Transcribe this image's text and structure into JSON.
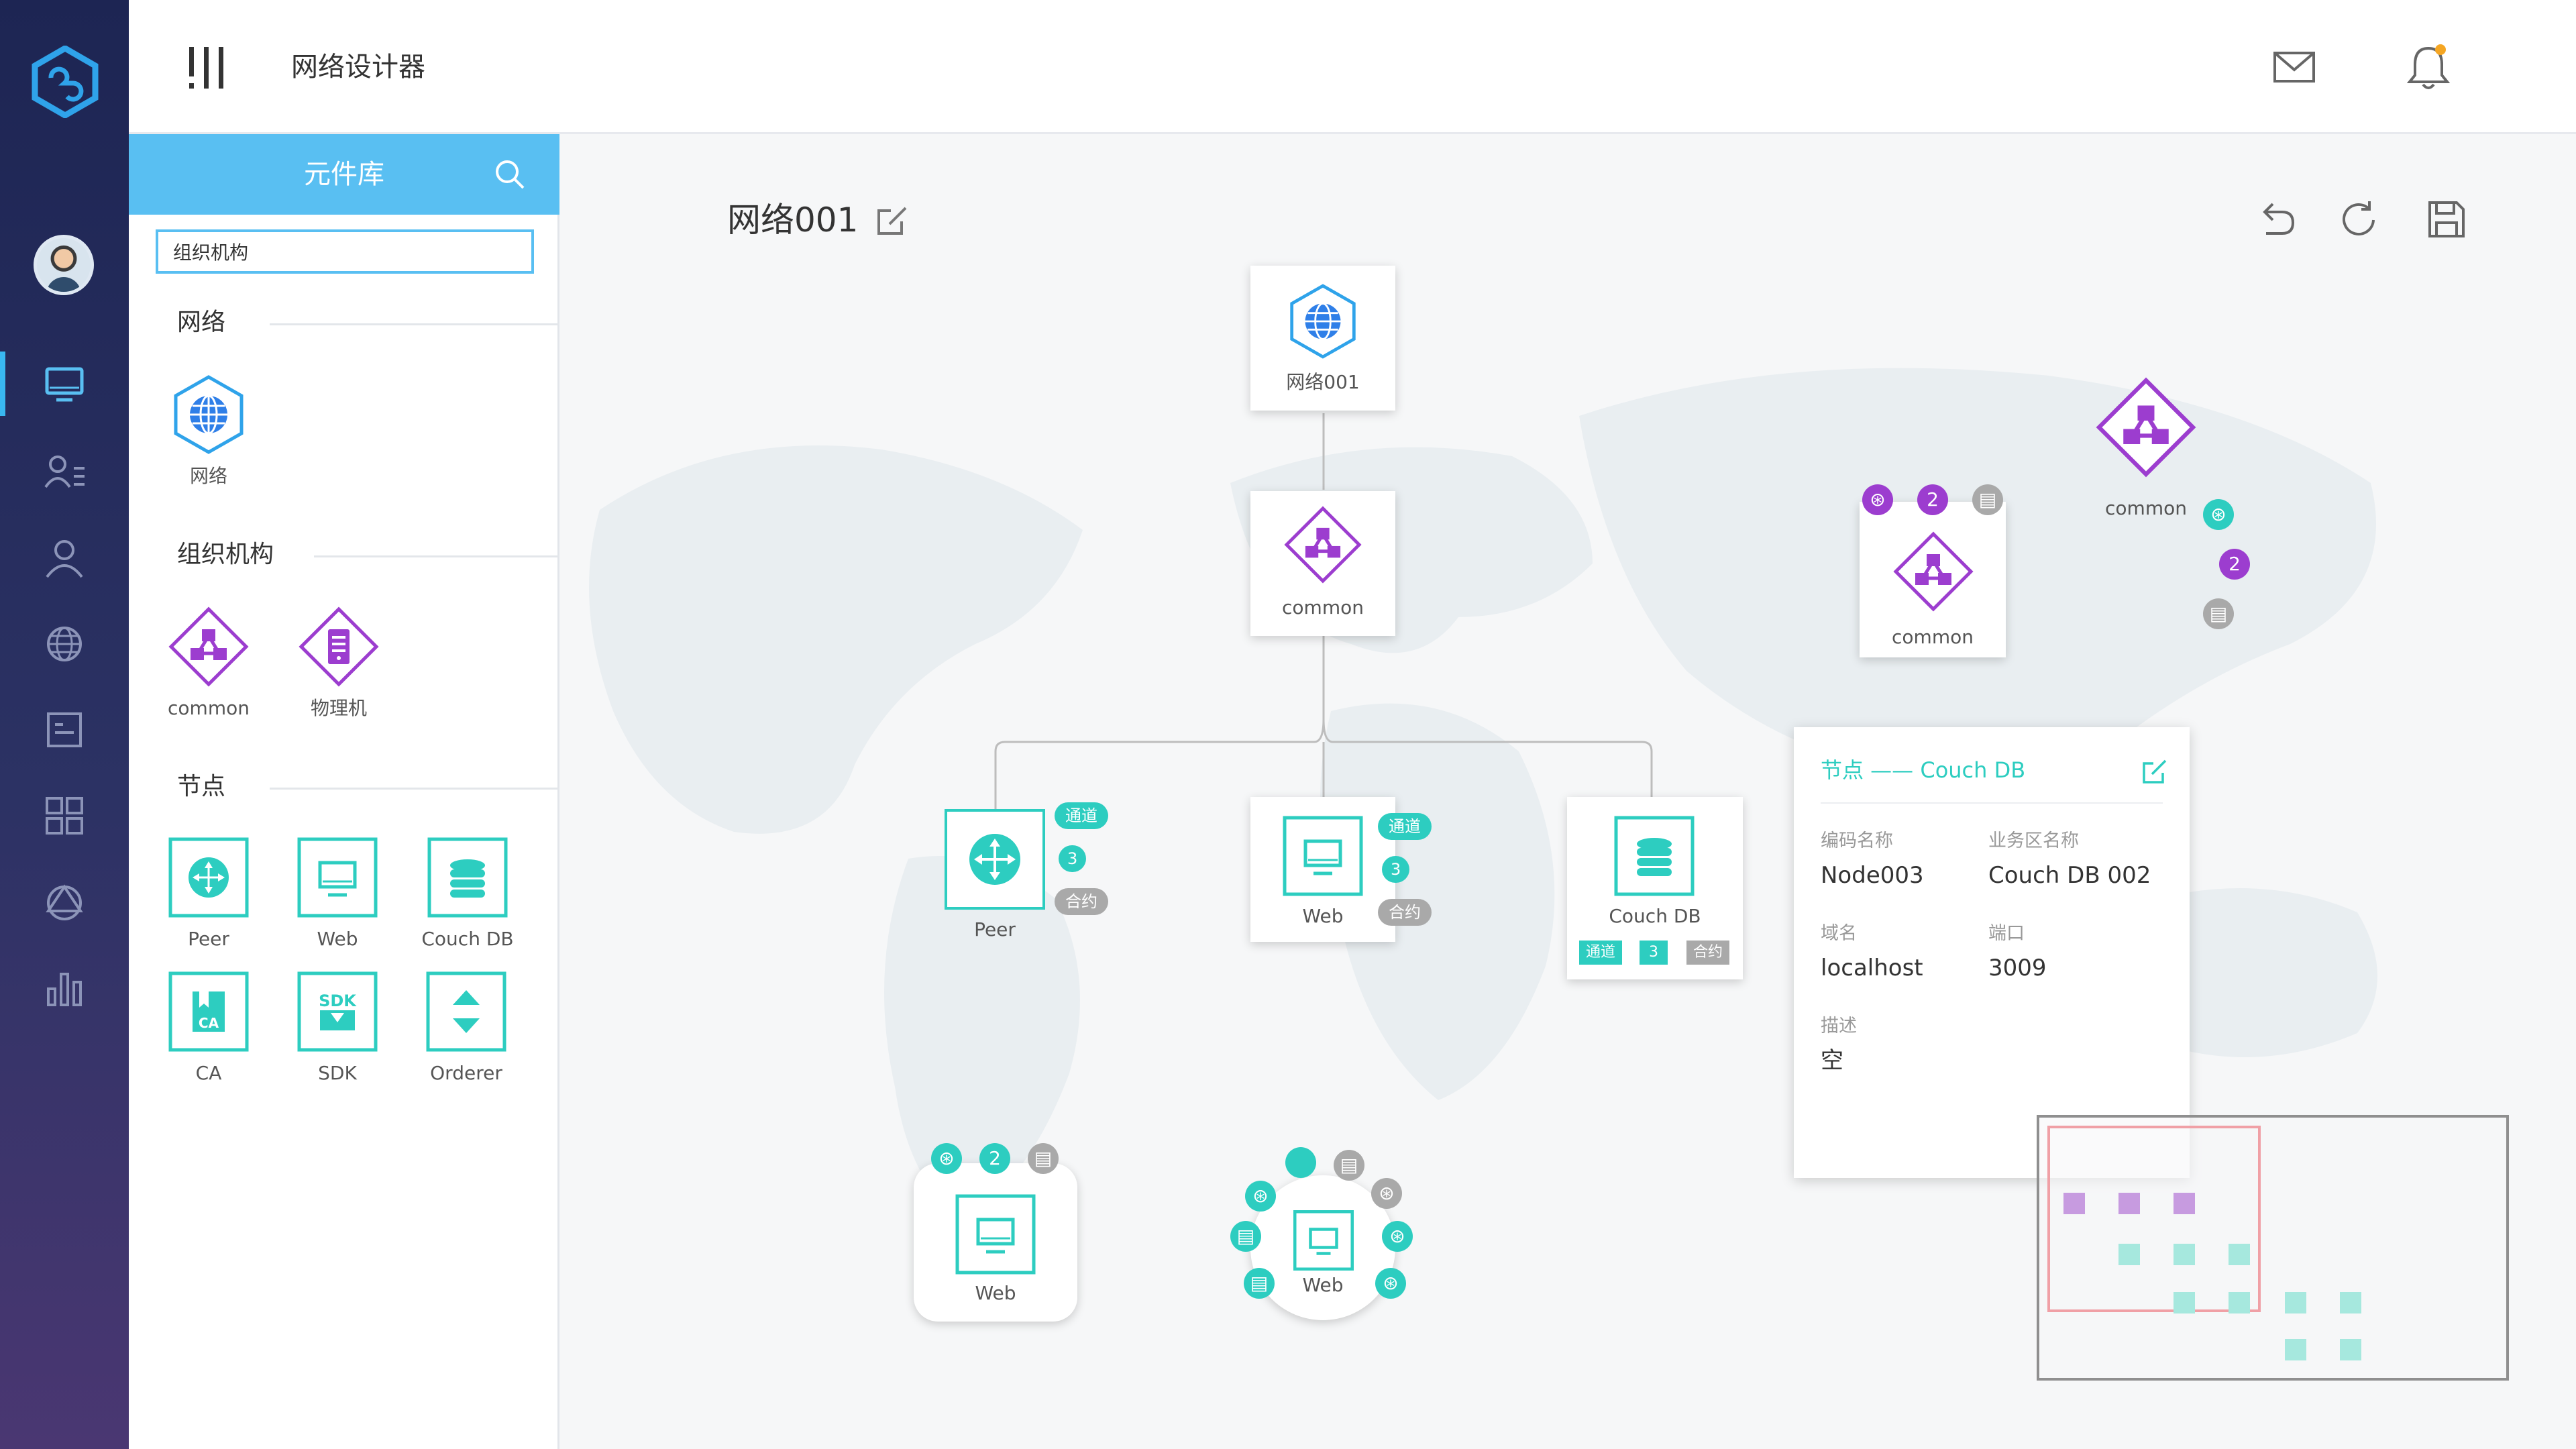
{
  "app": {
    "title": "网络设计器"
  },
  "panel": {
    "title": "元件库",
    "search_value": "组织机构",
    "sections": [
      {
        "title": "网络",
        "items": [
          {
            "label": "网络",
            "icon": "globe-icon"
          }
        ]
      },
      {
        "title": "组织机构",
        "items": [
          {
            "label": "common",
            "icon": "org-icon"
          },
          {
            "label": "物理机",
            "icon": "server-icon"
          }
        ]
      },
      {
        "title": "节点",
        "items": [
          {
            "label": "Peer",
            "icon": "peer-icon"
          },
          {
            "label": "Web",
            "icon": "monitor-icon"
          },
          {
            "label": "Couch DB",
            "icon": "database-icon"
          },
          {
            "label": "CA",
            "icon": "ca-icon"
          },
          {
            "label": "SDK",
            "icon": "sdk-icon"
          },
          {
            "label": "Orderer",
            "icon": "orderer-icon"
          }
        ]
      }
    ]
  },
  "canvas": {
    "network_title": "网络001",
    "nodes": {
      "network": "网络001",
      "common": "common",
      "common_right1": "common",
      "common_right2": "common",
      "peer": "Peer",
      "web": "Web",
      "couchdb": "Couch DB",
      "web_bottom1": "Web",
      "web_bottom2": "Web"
    },
    "badges": {
      "channel": "通道",
      "count": "3",
      "contract": "合约",
      "two": "2"
    }
  },
  "info_panel": {
    "title": "节点 —— Couch DB",
    "fields": [
      {
        "label": "编码名称",
        "value": "Node003"
      },
      {
        "label": "业务区名称",
        "value": "Couch DB 002"
      },
      {
        "label": "域名",
        "value": "localhost"
      },
      {
        "label": "端口",
        "value": "3009"
      },
      {
        "label": "描述",
        "value": "空"
      }
    ]
  },
  "colors": {
    "accent_blue": "#59bff2",
    "teal": "#2dcdc0",
    "purple": "#9c3dcf",
    "sidebar": "#1d2553"
  }
}
